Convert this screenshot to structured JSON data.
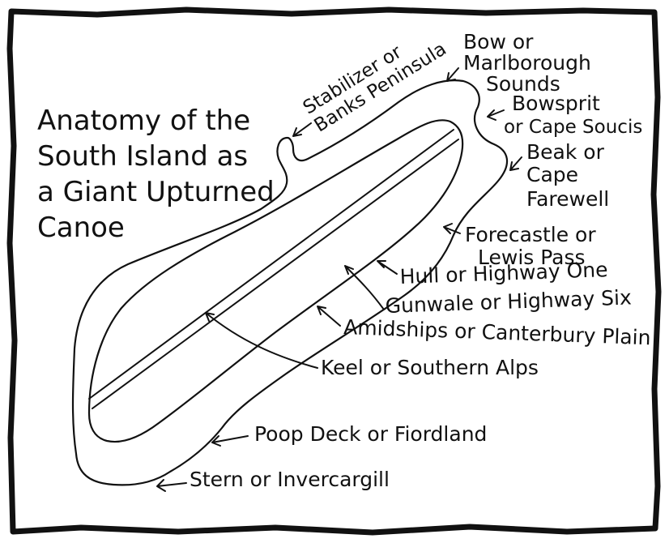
{
  "title_lines": [
    "Anatomy of the",
    "South Island as",
    "a Giant Upturned",
    "Canoe"
  ],
  "labels": {
    "stabilizer": [
      "Stabilizer or",
      "Banks Peninsula"
    ],
    "bow": [
      "Bow or",
      "Marlborough",
      "Sounds"
    ],
    "bowsprit": [
      "Bowsprit",
      "or Cape Soucis"
    ],
    "beak": [
      "Beak or",
      "Cape",
      "Farewell"
    ],
    "forecastle": [
      "Forecastle or",
      "Lewis Pass"
    ],
    "hull": "Hull or Highway One",
    "gunwale": "Gunwale or Highway Six",
    "amidships": "Amidships or Canterbury Plain",
    "keel": "Keel or Southern Alps",
    "poop": "Poop Deck or Fiordland",
    "stern": "Stern or Invercargill"
  }
}
